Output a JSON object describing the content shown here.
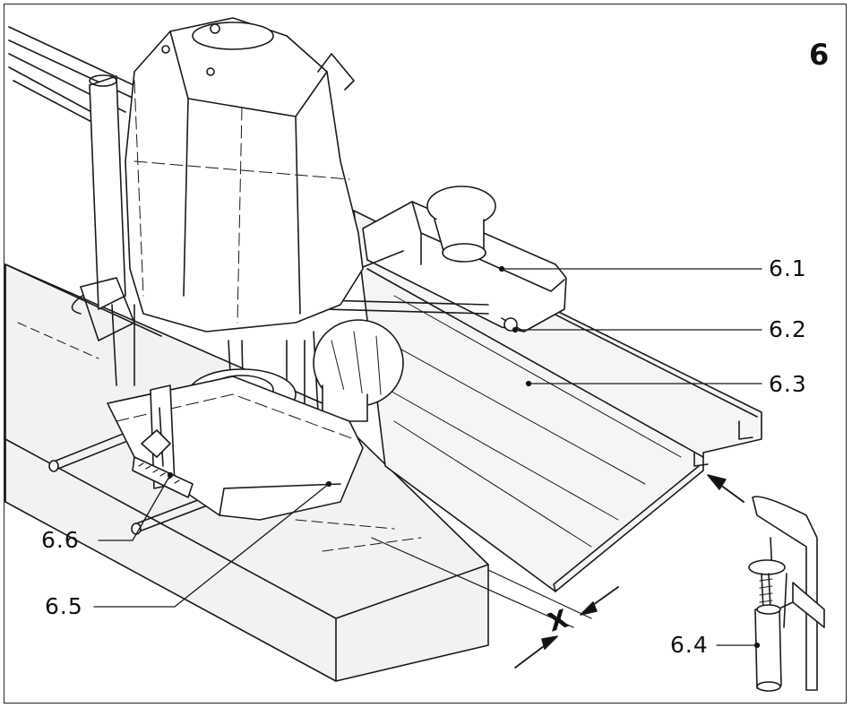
{
  "figure": {
    "number": "6",
    "dimension_label": "X"
  },
  "callouts": [
    {
      "id": "6.1",
      "text": "6.1"
    },
    {
      "id": "6.2",
      "text": "6.2"
    },
    {
      "id": "6.3",
      "text": "6.3"
    },
    {
      "id": "6.4",
      "text": "6.4"
    },
    {
      "id": "6.5",
      "text": "6.5"
    },
    {
      "id": "6.6",
      "text": "6.6"
    }
  ]
}
